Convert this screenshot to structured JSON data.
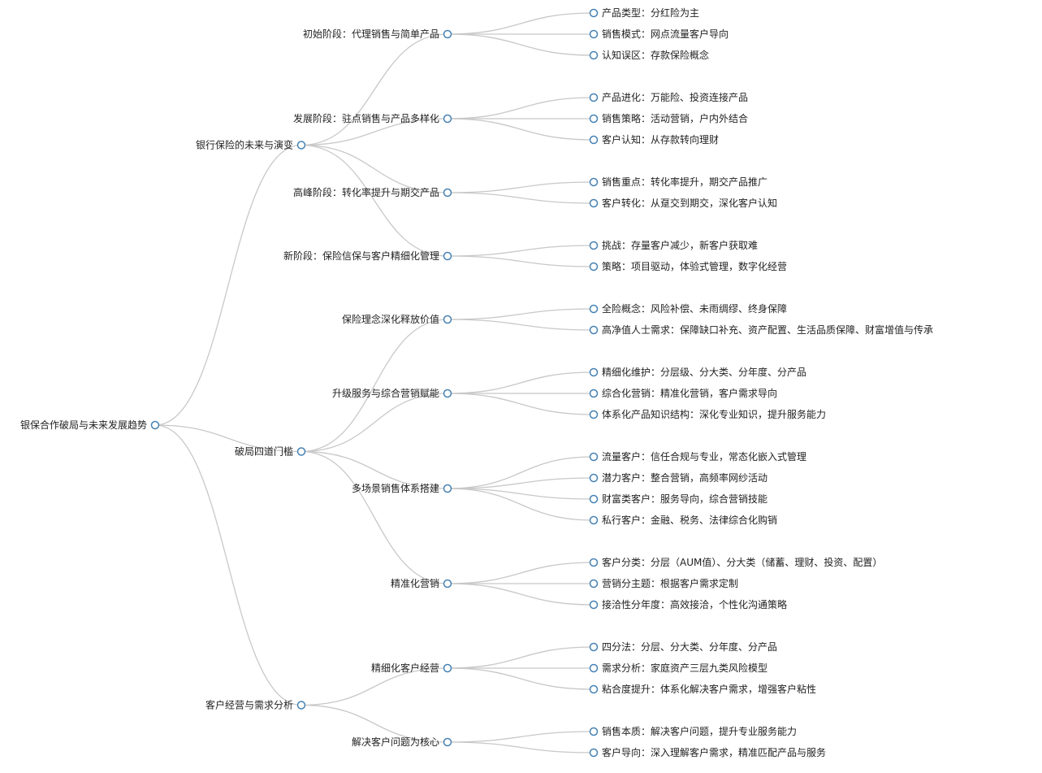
{
  "mindmap": {
    "root": {
      "label": "银保合作破局与未来发展趋势",
      "children": [
        {
          "label": "银行保险的未来与演变",
          "children": [
            {
              "label": "初始阶段：代理销售与简单产品",
              "children": [
                {
                  "label": "产品类型：分红险为主"
                },
                {
                  "label": "销售模式：网点流量客户导向"
                },
                {
                  "label": "认知误区：存款保险概念"
                }
              ]
            },
            {
              "label": "发展阶段：驻点销售与产品多样化",
              "children": [
                {
                  "label": "产品进化：万能险、投资连接产品"
                },
                {
                  "label": "销售策略：活动营销，户内外结合"
                },
                {
                  "label": "客户认知：从存款转向理财"
                }
              ]
            },
            {
              "label": "高峰阶段：转化率提升与期交产品",
              "children": [
                {
                  "label": "销售重点：转化率提升，期交产品推广"
                },
                {
                  "label": "客户转化：从趸交到期交，深化客户认知"
                }
              ]
            },
            {
              "label": "新阶段：保险信保与客户精细化管理",
              "children": [
                {
                  "label": "挑战：存量客户减少，新客户获取难"
                },
                {
                  "label": "策略：项目驱动，体验式管理，数字化经营"
                }
              ]
            }
          ]
        },
        {
          "label": "破局四道门槛",
          "children": [
            {
              "label": "保险理念深化释放价值",
              "children": [
                {
                  "label": "全险概念：风险补偿、未雨绸缪、终身保障"
                },
                {
                  "label": "高净值人士需求：保障缺口补充、资产配置、生活品质保障、财富增值与传承"
                }
              ]
            },
            {
              "label": "升级服务与综合营销赋能",
              "children": [
                {
                  "label": "精细化维护：分层级、分大类、分年度、分产品"
                },
                {
                  "label": "综合化营销：精准化营销，客户需求导向"
                },
                {
                  "label": "体系化产品知识结构：深化专业知识，提升服务能力"
                }
              ]
            },
            {
              "label": "多场景销售体系搭建",
              "children": [
                {
                  "label": "流量客户：信任合规与专业，常态化嵌入式管理"
                },
                {
                  "label": "潜力客户：整合营销，高频率网纱活动"
                },
                {
                  "label": "财富类客户：服务导向，综合营销技能"
                },
                {
                  "label": "私行客户：金融、税务、法律综合化购销"
                }
              ]
            },
            {
              "label": "精准化营销",
              "children": [
                {
                  "label": "客户分类：分层（AUM值）、分大类（储蓄、理财、投资、配置）"
                },
                {
                  "label": "营销分主题：根据客户需求定制"
                },
                {
                  "label": "接洽性分年度：高效接洽，个性化沟通策略"
                }
              ]
            }
          ]
        },
        {
          "label": "客户经营与需求分析",
          "children": [
            {
              "label": "精细化客户经营",
              "children": [
                {
                  "label": "四分法：分层、分大类、分年度、分产品"
                },
                {
                  "label": "需求分析：家庭资产三层九类风险模型"
                },
                {
                  "label": "粘合度提升：体系化解决客户需求，增强客户粘性"
                }
              ]
            },
            {
              "label": "解决客户问题为核心",
              "children": [
                {
                  "label": "销售本质：解决客户问题，提升专业服务能力"
                },
                {
                  "label": "客户导向：深入理解客户需求，精准匹配产品与服务"
                }
              ]
            }
          ]
        }
      ]
    }
  }
}
